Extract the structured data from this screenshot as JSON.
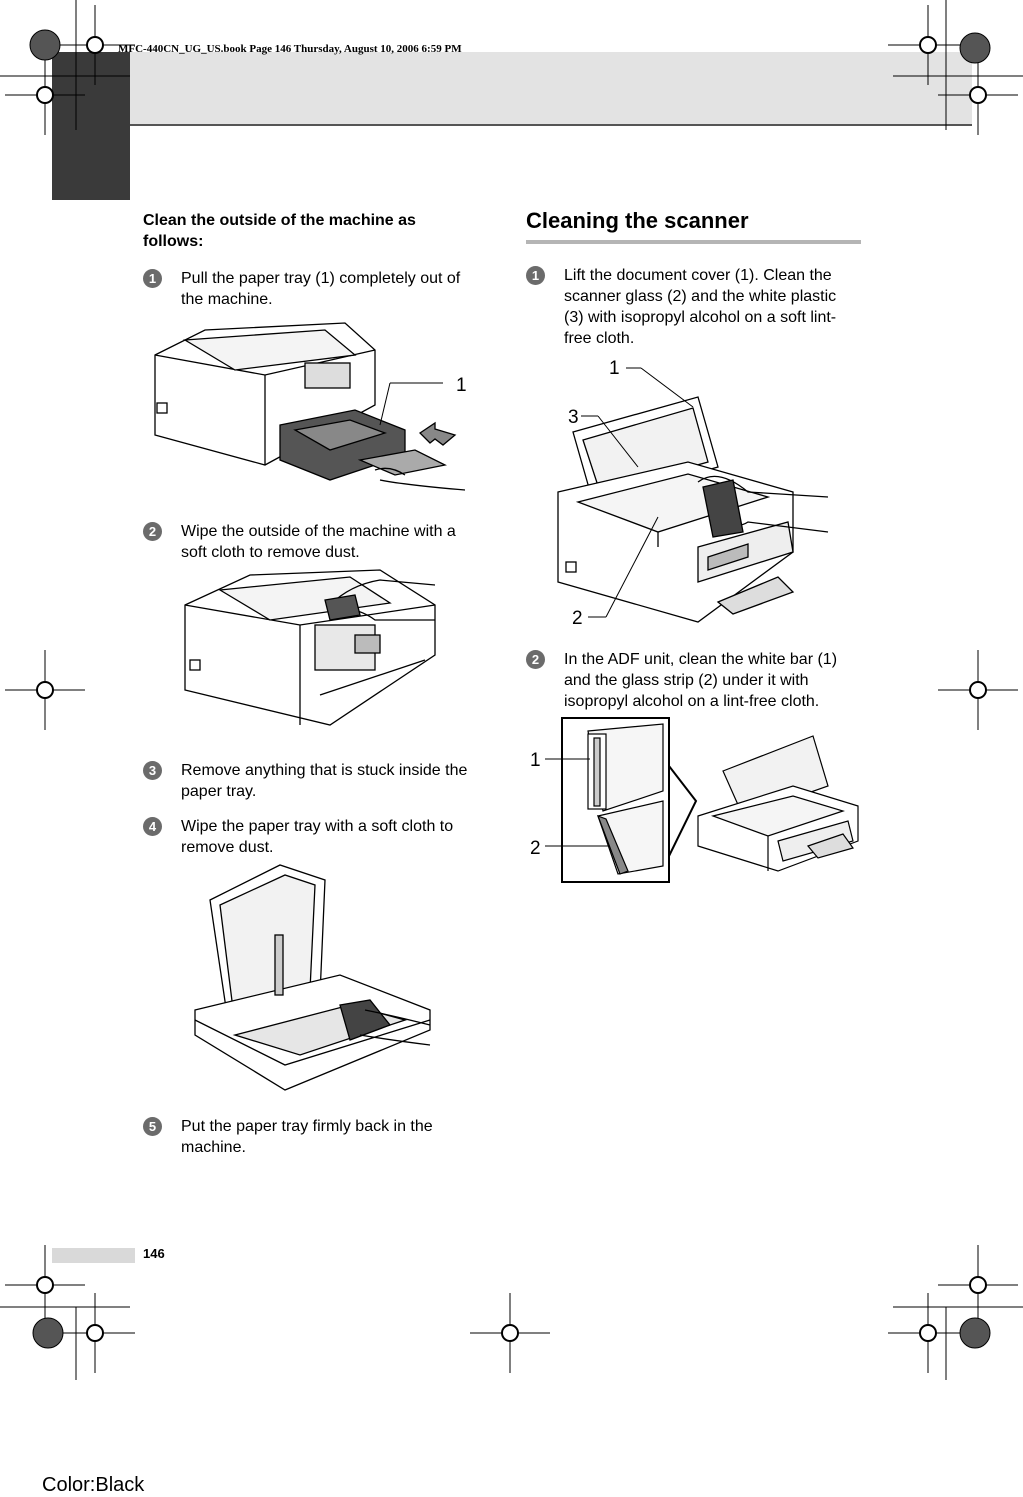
{
  "header": {
    "book_line": "MFC-440CN_UG_US.book  Page 146  Thursday, August 10, 2006  6:59 PM"
  },
  "left": {
    "intro": "Clean the outside of the machine as follows:",
    "steps": [
      {
        "num": "1",
        "text": "Pull the paper tray (1) completely out of the machine."
      },
      {
        "num": "2",
        "text": "Wipe the outside of the machine with a soft cloth to remove dust."
      },
      {
        "num": "3",
        "text": "Remove anything that is stuck inside the paper tray."
      },
      {
        "num": "4",
        "text": "Wipe the paper tray with a soft cloth to remove dust."
      },
      {
        "num": "5",
        "text": "Put the paper tray firmly back in the machine."
      }
    ],
    "fig1_callouts": [
      "1"
    ]
  },
  "right": {
    "section_title": "Cleaning the scanner",
    "steps": [
      {
        "num": "1",
        "text": "Lift the document cover (1). Clean the scanner glass (2) and the white plastic (3) with isopropyl alcohol on a soft lint-free cloth."
      },
      {
        "num": "2",
        "text": "In the ADF unit, clean the white bar (1) and the glass strip (2) under it with isopropyl alcohol on a lint-free cloth."
      }
    ],
    "fig_scanner_callouts": [
      "1",
      "3",
      "2"
    ],
    "fig_adf_callouts": [
      "1",
      "2"
    ]
  },
  "footer": {
    "page_number": "146",
    "color_label": "Color:Black"
  }
}
